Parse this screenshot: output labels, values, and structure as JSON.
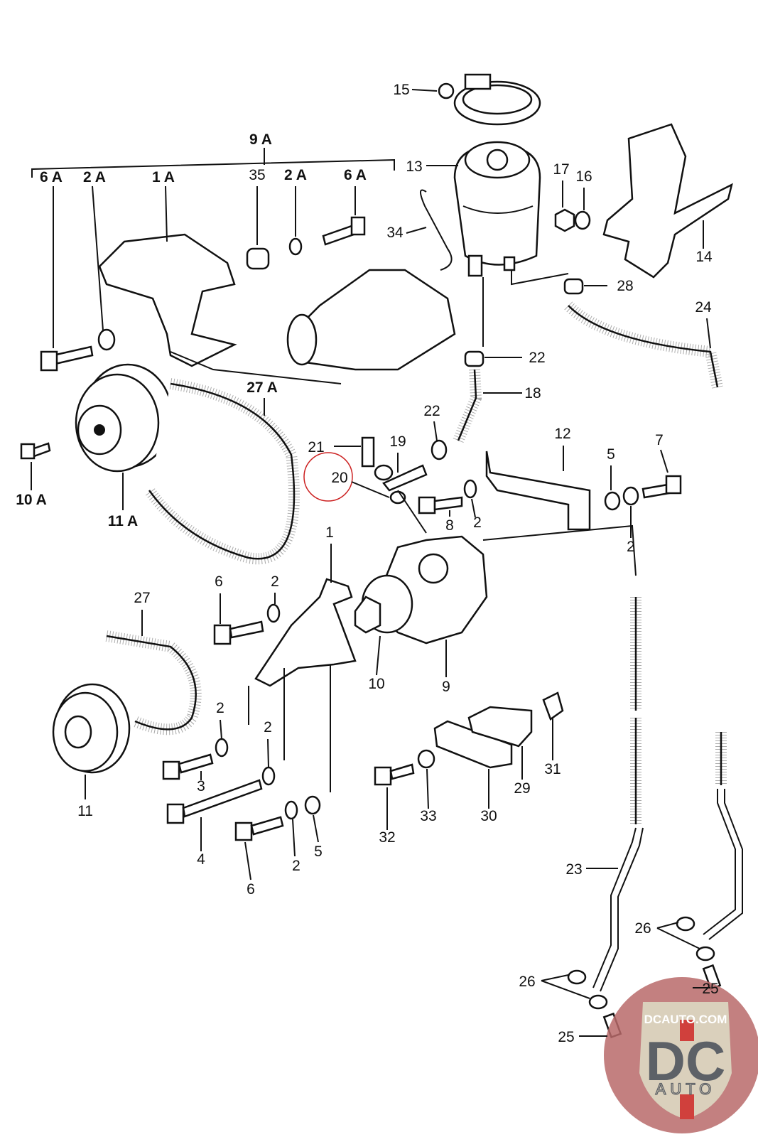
{
  "diagram": {
    "callouts": [
      "15",
      "9 A",
      "6 A",
      "2 A",
      "1 A",
      "35",
      "2 A",
      "6 A",
      "13",
      "17",
      "16",
      "34",
      "14",
      "28",
      "24",
      "22",
      "27 A",
      "18",
      "22",
      "12",
      "7",
      "21",
      "19",
      "20",
      "5",
      "10 A",
      "11 A",
      "8",
      "2",
      "2",
      "1",
      "6",
      "2",
      "27",
      "10",
      "9",
      "2",
      "2",
      "31",
      "29",
      "3",
      "11",
      "32",
      "33",
      "30",
      "5",
      "2",
      "4",
      "6",
      "23",
      "26",
      "26",
      "25",
      "25"
    ],
    "highlighted_callout": "20",
    "highlight_color": "#cc2222"
  },
  "logo": {
    "top_text": "DCAUTO.COM",
    "main_text": "DC",
    "sub_text": "AUTO",
    "colors": {
      "circle": "#b86a6a",
      "shield": "#ddd8c2",
      "letters": "#5d6167",
      "stripe": "#d0403c"
    }
  }
}
